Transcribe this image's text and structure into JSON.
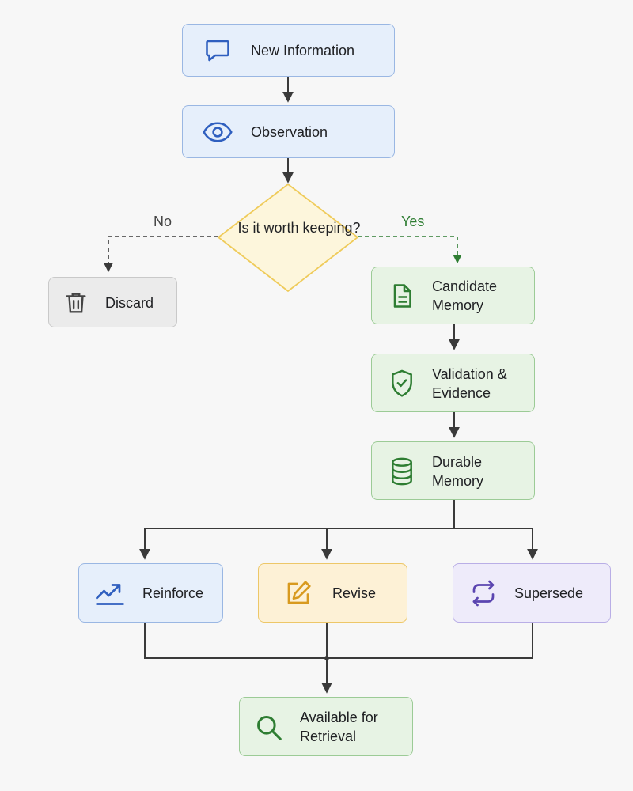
{
  "nodes": {
    "new_information": "New Information",
    "observation": "Observation",
    "decision": "Is it worth keeping?",
    "discard": "Discard",
    "candidate": "Candidate Memory",
    "validation": "Validation & Evidence",
    "durable": "Durable Memory",
    "reinforce": "Reinforce",
    "revise": "Revise",
    "supersede": "Supersede",
    "available": "Available for Retrieval"
  },
  "edges": {
    "no": "No",
    "yes": "Yes"
  },
  "icons": {
    "new_information": "chat-bubble-icon",
    "observation": "eye-icon",
    "discard": "trash-icon",
    "candidate": "document-icon",
    "validation": "shield-check-icon",
    "durable": "database-icon",
    "reinforce": "trending-up-icon",
    "revise": "edit-icon",
    "supersede": "swap-icon",
    "available": "search-icon"
  },
  "colors": {
    "blue_icon": "#2f5fbf",
    "gray_icon": "#444444",
    "green_icon": "#2e7d32",
    "yellow_icon": "#d89a1f",
    "purple_icon": "#5b45b0",
    "decision_border": "#efcb5a",
    "decision_fill": "#fdf6dc",
    "yes_line": "#2e7d32"
  }
}
